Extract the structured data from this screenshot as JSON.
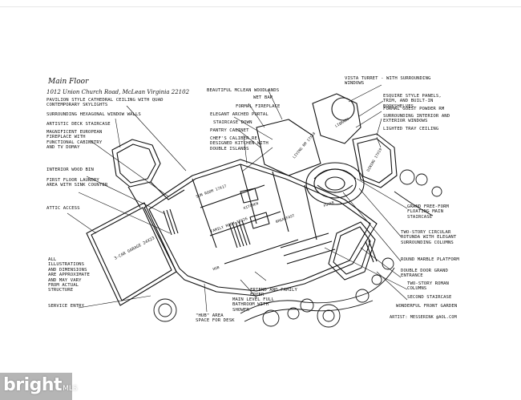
{
  "header": {
    "title": "Main Floor",
    "address": "1012 Union Church Road, McLean Virginia 22102"
  },
  "left_notes": {
    "pavilion": "Pavilion style cathedral ceiling with quad contemporary skylights",
    "hex_windows": "Surrounding hexagonal window walls",
    "deck_stair": "Artistic deck staircase",
    "fireplace": "Magnificent European fireplace with functional cabinetry and TV domay",
    "wood_bin": "Interior wood bin",
    "laundry": "First floor laundry area with sink counter",
    "attic": "Attic access",
    "disclaimer": "All illustrations and dimensions are approximate and may vary from actual structure",
    "service": "Service entry"
  },
  "top_notes": {
    "woodlands": "Beautiful McLean woodlands",
    "wet_bar": "Wet bar",
    "formal_fireplace": "Formal fireplace",
    "portal": "Elegant arched portal",
    "stair_down": "Staircase down",
    "pantry": "Pantry cabinet",
    "kitchen": "Chef's caliber re-designed kitchen with double islands"
  },
  "right_notes": {
    "turret": "Vista turret - with surrounding windows",
    "esquire": "Esquire style panels, trim, and built-in bookshelves",
    "powder": "Formal guest powder rm",
    "surrounding": "Surrounding interior and exterior windows",
    "tray": "Lighted tray ceiling",
    "main_stair": "Grand free-form floating main staircase",
    "rotunda": "Two-story circular rotunda with elegant surrounding columns",
    "marble": "Round marble platform",
    "entrance": "Double door grand entrance",
    "columns": "Two-story Roman columns",
    "second_stair": "Second staircase",
    "garden": "Wonderful front garden",
    "artist": "Artist: Messerink @aol.com"
  },
  "bottom_notes": {
    "friend": "Friend and family foyer",
    "bath": "Main level full bathroom with shower",
    "hub": "\"Hub\" area space for desk"
  },
  "rooms": {
    "garage": "3-Car Garage 24x23",
    "sunroom": "Sun room 17x17",
    "family": "Family room 18x26",
    "dining": "Dining 17x19",
    "living": "Living rm 17x18",
    "library": "Library",
    "foyer": "Foyer",
    "breakfast": "Breakfast",
    "kitchen": "Kitchen",
    "hub": "Hub"
  },
  "watermark": {
    "logo": "bright",
    "suffix": "MLS"
  },
  "colors": {
    "ink": "#111111",
    "paper": "#ffffff",
    "watermark_bg": "#7a7a7a"
  }
}
